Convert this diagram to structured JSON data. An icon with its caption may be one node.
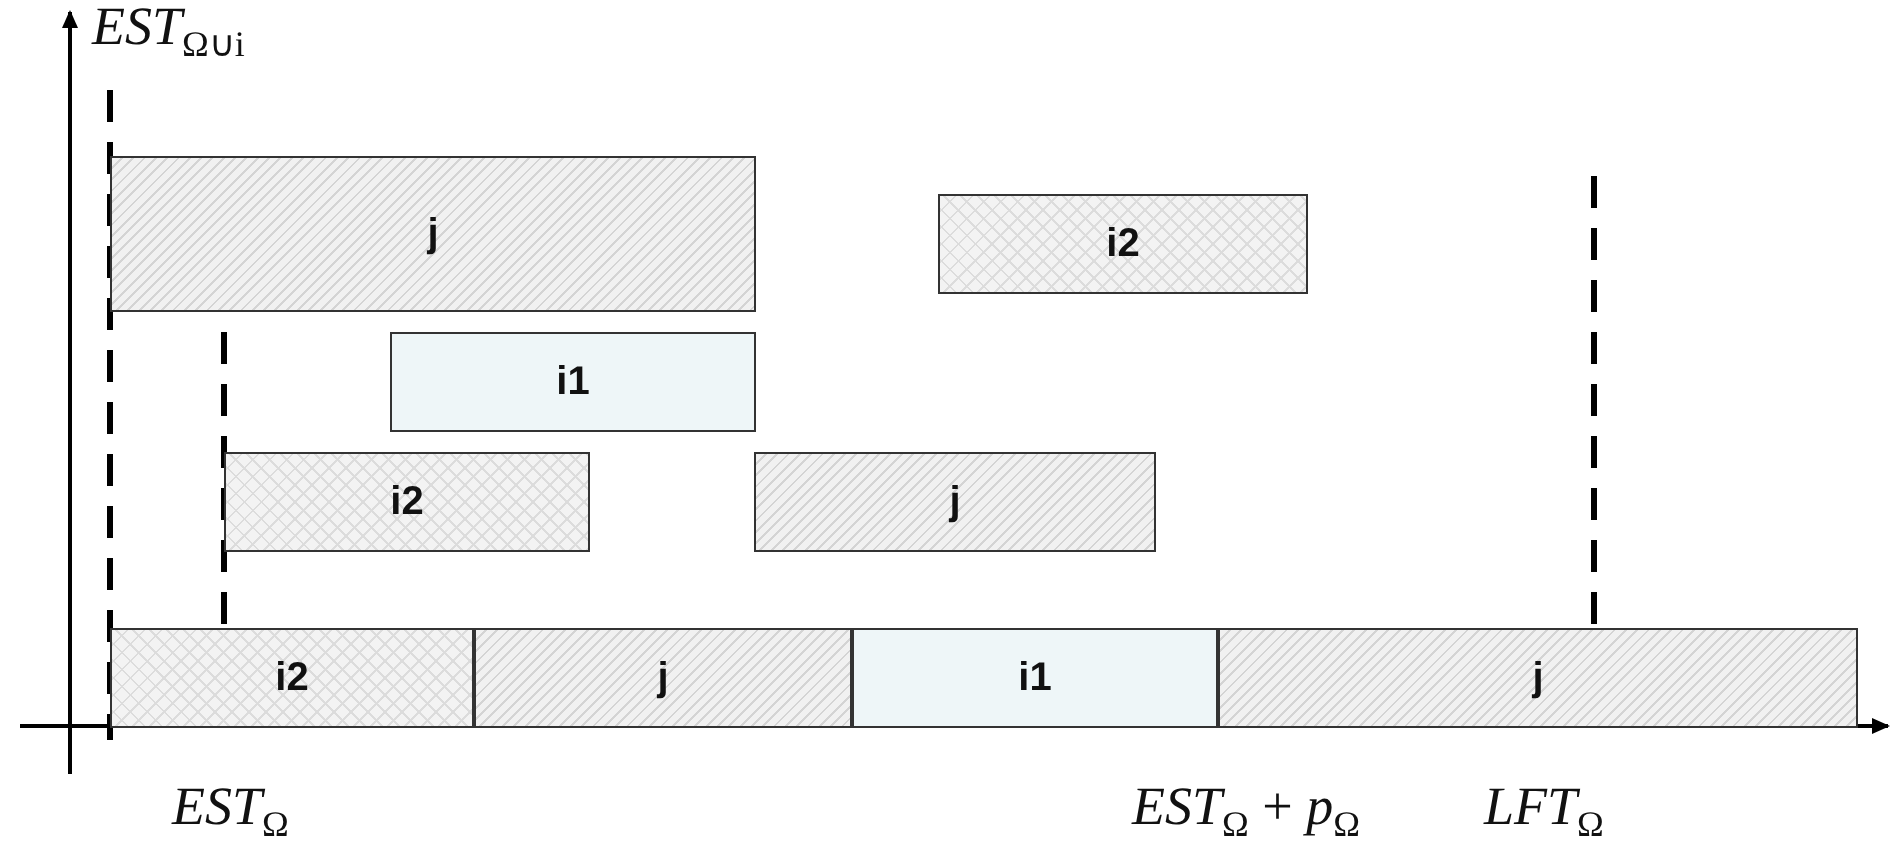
{
  "diagram": {
    "nodes": [
      {
        "text": [
          "j"
        ]
      },
      {
        "text": [
          "i2"
        ]
      },
      {
        "text": [
          "i1"
        ]
      },
      {
        "text": [
          "i2"
        ]
      },
      {
        "text": [
          "j"
        ]
      },
      {
        "text": [
          "i2"
        ]
      },
      {
        "text": [
          "j"
        ]
      },
      {
        "text": [
          "i1"
        ]
      },
      {
        "text": [
          "j"
        ]
      }
    ],
    "labels": [
      "*EST*$_{Ω∪i}$",
      "*EST*$_{Ω}$",
      "*EST*$_{Ω}$ + *p*$_{Ω}$",
      "*LFT*$_{Ω}$"
    ]
  }
}
